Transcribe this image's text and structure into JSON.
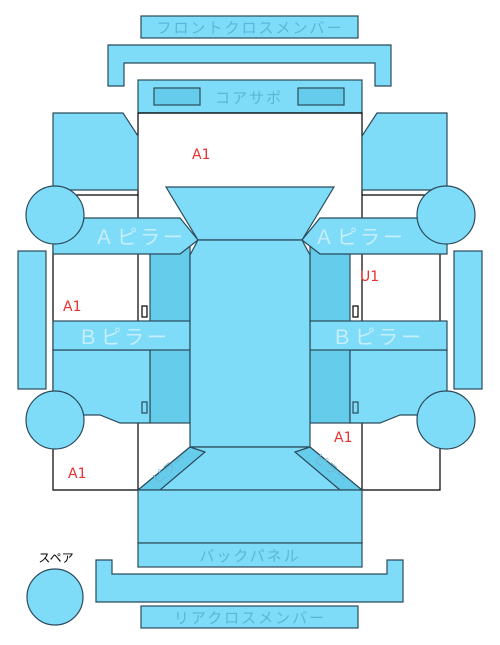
{
  "labels": {
    "front_cross_member": "フロントクロスメンバー",
    "core_support": "コアサポ",
    "a_pillar_left": "Ａピラー",
    "a_pillar_right": "Ａピラー",
    "b_pillar_left": "Ｂピラー",
    "b_pillar_right": "Ｂピラー",
    "back_panel": "バックパネル",
    "rear_cross_member": "リアクロスメンバー",
    "spare": "スペア",
    "pillar_left": "ピラー",
    "pillar_right": "ピラー"
  },
  "damage_codes": {
    "front_hood": "A1",
    "left_side": "A1",
    "right_front": "U1",
    "right_rear": "A1",
    "left_rear": "A1"
  },
  "colors": {
    "panel": "#7fdcf8",
    "panel_dark": "#66ccec",
    "damage_code": "#e83030"
  }
}
